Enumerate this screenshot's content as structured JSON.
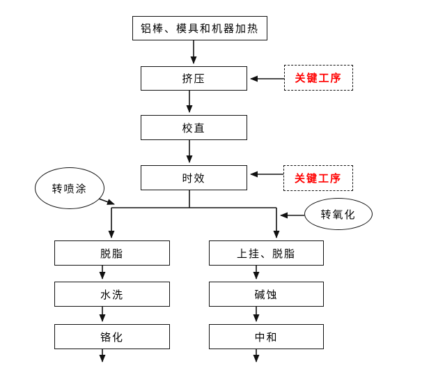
{
  "flow": {
    "main": [
      {
        "id": "heating",
        "label": "铝棒、模具和机器加热"
      },
      {
        "id": "extrusion",
        "label": "挤压"
      },
      {
        "id": "straightening",
        "label": "校直"
      },
      {
        "id": "aging",
        "label": "时效"
      }
    ],
    "callouts": [
      {
        "id": "key-process-1",
        "label": "关键工序",
        "target": "挤压"
      },
      {
        "id": "key-process-2",
        "label": "关键工序",
        "target": "时效"
      }
    ],
    "branch_connectors": [
      {
        "id": "to-spraying",
        "label": "转喷涂",
        "side": "left"
      },
      {
        "id": "to-oxidation",
        "label": "转氧化",
        "side": "right"
      }
    ],
    "left_branch": [
      {
        "label": "脱脂"
      },
      {
        "label": "水洗"
      },
      {
        "label": "铬化"
      }
    ],
    "right_branch": [
      {
        "label": "上挂、脱脂"
      },
      {
        "label": "碱蚀"
      },
      {
        "label": "中和"
      }
    ],
    "colors": {
      "callout_text": "#ff0000",
      "line": "#000000",
      "background": "#ffffff"
    }
  }
}
